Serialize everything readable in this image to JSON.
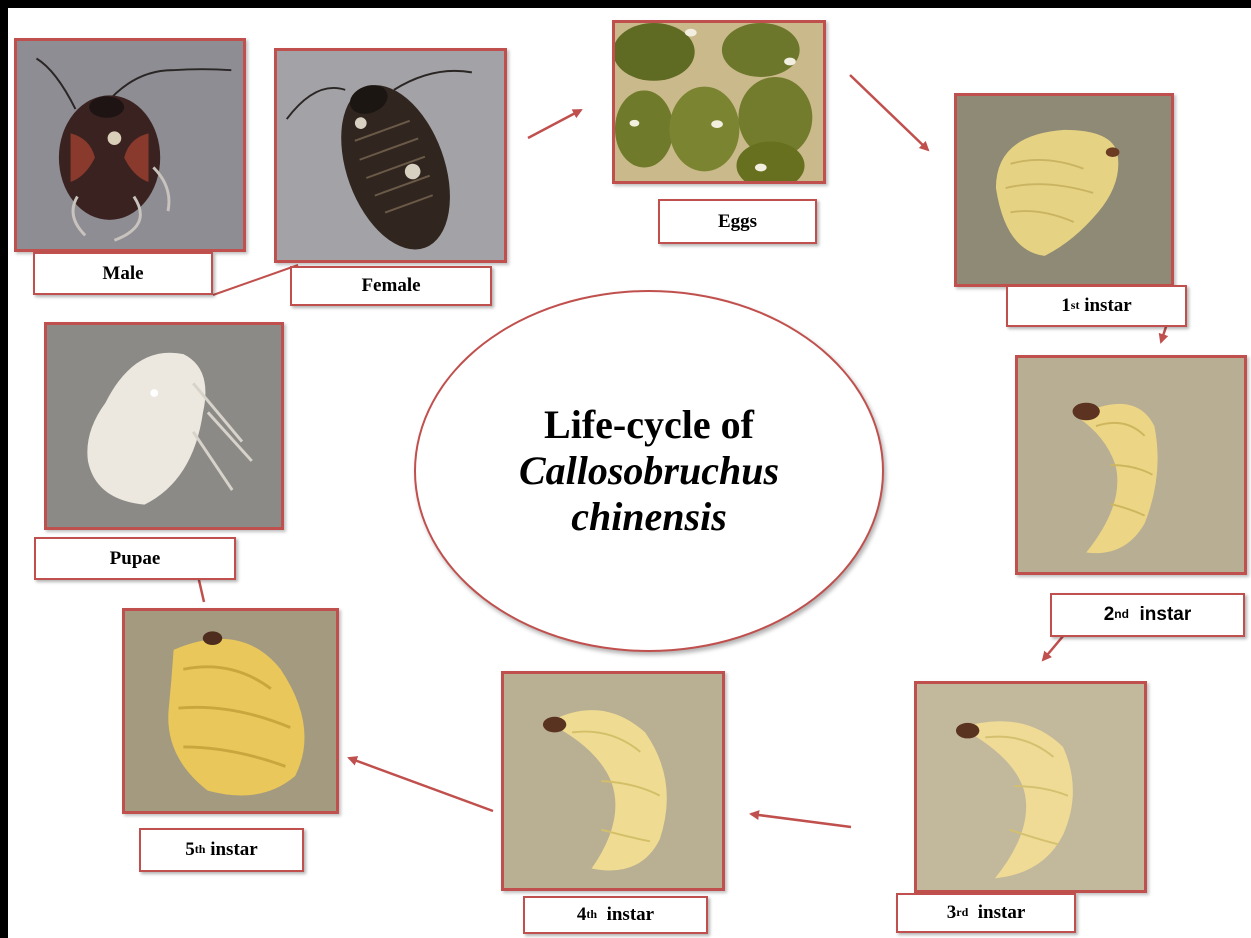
{
  "title": {
    "line1": "Life-cycle of",
    "line2": "Callosobruchus",
    "line3": "chinensis"
  },
  "stages": {
    "male": "Male",
    "female": "Female",
    "eggs": "Eggs",
    "instar1": {
      "num": "1",
      "sup": "st",
      "word": "instar"
    },
    "instar2": {
      "num": "2",
      "sup": "nd",
      "word": "instar"
    },
    "instar3": {
      "num": "3",
      "sup": "rd",
      "word": "instar"
    },
    "instar4": {
      "num": "4",
      "sup": "th",
      "word": "instar"
    },
    "instar5": {
      "num": "5",
      "sup": "th",
      "word": "instar"
    },
    "pupae": "Pupae"
  },
  "colors": {
    "frame": "#c0504d",
    "arrow": "#c0504d",
    "border": "#000000",
    "larva": "#e8d27a",
    "pupa": "#ece8df",
    "seed": "#6f7a2a"
  }
}
